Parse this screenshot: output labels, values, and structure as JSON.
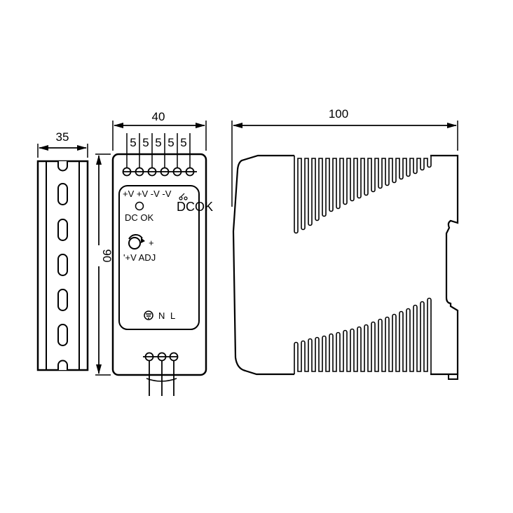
{
  "drawing": {
    "subject": "DIN-rail power supply dimension drawing",
    "units": "mm",
    "line_color": "#000000",
    "background": "#ffffff"
  },
  "rail_view": {
    "width_dim": "35",
    "slot_count": 5
  },
  "front_view": {
    "width_dim": "40",
    "height_dim": "90",
    "terminal_pitch_labels": [
      "5",
      "5",
      "5",
      "5",
      "5"
    ],
    "output_terminal_count": 6,
    "output_labels": "+V +V -V -V",
    "dcok_contact_label": "DCOK",
    "led_label": "DC OK",
    "adjust_label": "'+V ADJ",
    "adjust_plus": "+",
    "input_labels": "N L",
    "ground_icon": "earth-ground",
    "input_terminal_count": 3
  },
  "side_view": {
    "depth_dim": "100",
    "top_fin_count": 20,
    "bottom_fin_count": 20
  }
}
